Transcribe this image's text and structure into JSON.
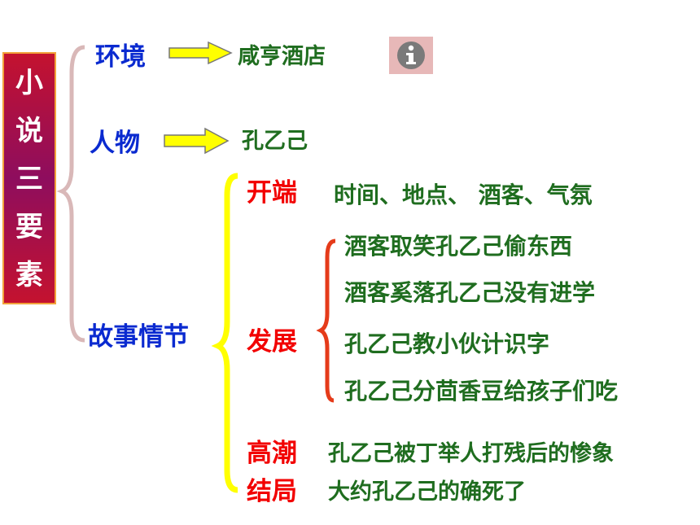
{
  "title": [
    "小",
    "说",
    "三",
    "要",
    "素"
  ],
  "elements": {
    "setting": {
      "label": "环境",
      "value": "咸亨酒店"
    },
    "character": {
      "label": "人物",
      "value": "孔乙己"
    },
    "plot": {
      "label": "故事情节"
    }
  },
  "stages": {
    "beginning": {
      "label": "开端",
      "text": "时间、地点、 酒客、气氛"
    },
    "development": {
      "label": "发展",
      "items": [
        "酒客取笑孔乙己偷东西",
        "酒客奚落孔乙己没有进学",
        "孔乙己教小伙计识字",
        "孔乙己分茴香豆给孩子们吃"
      ]
    },
    "climax": {
      "label": "高潮",
      "text": "孔乙己被丁举人打残后的惨象"
    },
    "ending": {
      "label": "结局",
      "text": "大约孔乙己的确死了"
    }
  },
  "colors": {
    "title_bg": "#c4122f",
    "title_border": "#f2a23a",
    "arrow": "#ffff00",
    "brace_main": "#d9b8b8",
    "brace_plot": "#ffff00",
    "brace_dev": "#e53b1a",
    "label_blue": "#0a2ad0",
    "label_red": "#f20000",
    "text_green": "#1f6d1f"
  },
  "icons": {
    "info": "info-icon"
  }
}
